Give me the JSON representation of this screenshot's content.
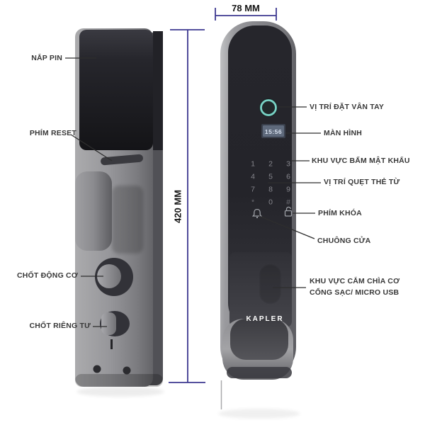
{
  "brand": "KAPLER",
  "dimensions": {
    "width": "78 MM",
    "height": "420 MM"
  },
  "labels": {
    "battery_cover": "NẮP PIN",
    "reset_button": "PHÍM RESET",
    "motor_latch": "CHỐT ĐỘNG CƠ",
    "privacy_latch": "CHỐT RIÊNG TƯ",
    "fingerprint": "VỊ TRÍ ĐẶT VÂN TAY",
    "screen": "MÀN HÌNH",
    "keypad_area": "KHU VỰC BẤM MẬT KHẨU",
    "card_swipe": "VỊ TRÍ QUẸT THẺ TỪ",
    "lock_key": "PHÍM KHÓA",
    "doorbell": "CHUÔNG CỬA",
    "key_usb_line1": "KHU VỰC CẮM CHÌA CƠ",
    "key_usb_line2": "CỔNG SẠC/ MICRO USB"
  },
  "lock_front": {
    "display_time": "15:56",
    "keypad_keys": [
      "1",
      "2",
      "3",
      "4",
      "5",
      "6",
      "7",
      "8",
      "9",
      "*",
      "0",
      "#"
    ]
  },
  "colors": {
    "dimension_line": "#3D3890",
    "leader_line": "#2E2E2E",
    "label_text": "#383838",
    "fingerprint_ring": "#78D2C5",
    "display_bg": "#5F6A7C",
    "brand_text": "#FFFFFF"
  }
}
